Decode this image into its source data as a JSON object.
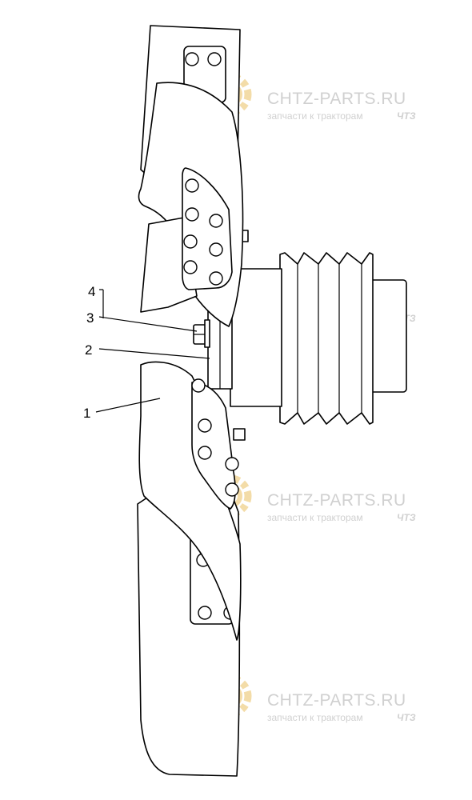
{
  "callouts": [
    {
      "id": "1",
      "label": "1"
    },
    {
      "id": "2",
      "label": "2"
    },
    {
      "id": "3",
      "label": "3"
    },
    {
      "id": "4",
      "label": "4"
    }
  ],
  "watermark": {
    "site": "CHTZ-PARTS.RU",
    "tagline": "запчасти к тракторам",
    "brand": "ЧТЗ",
    "color": "#d0d0d0",
    "gear_color": "#f3dca8"
  }
}
